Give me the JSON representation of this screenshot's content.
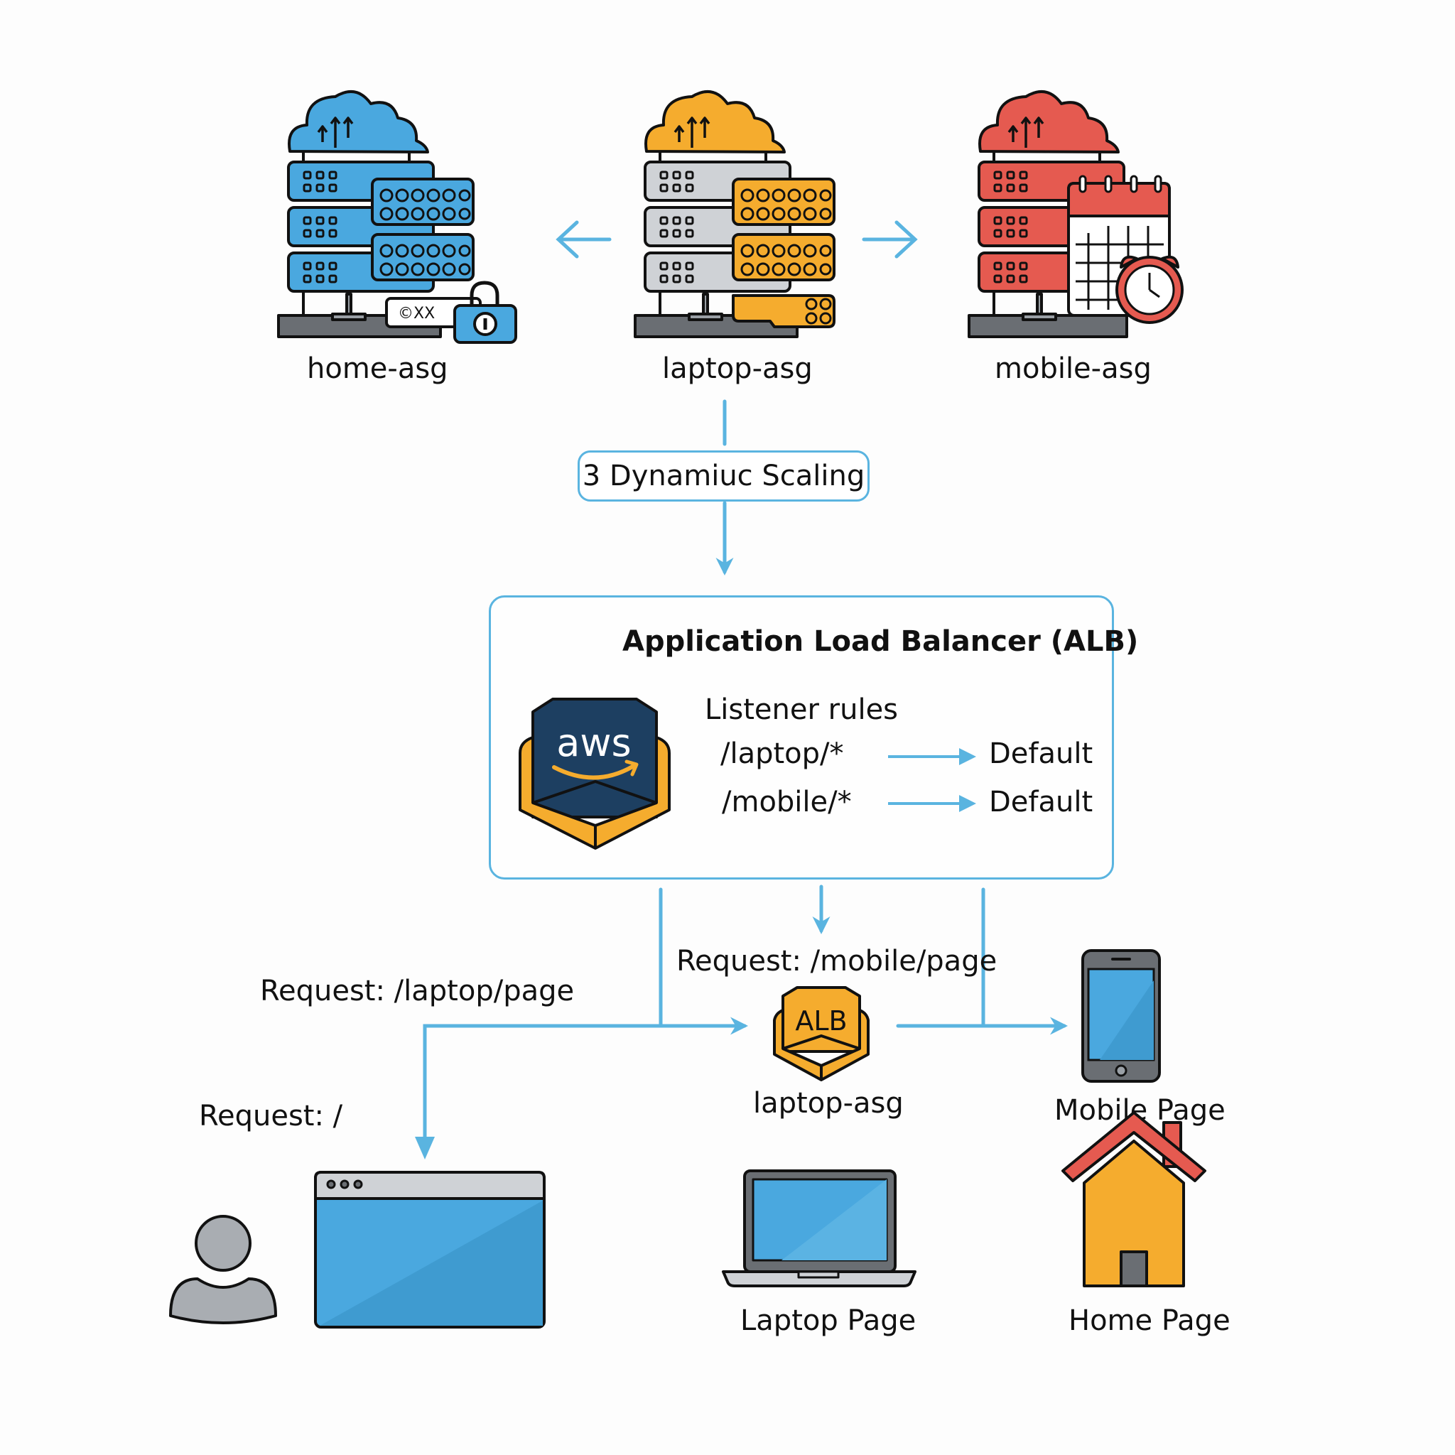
{
  "colors": {
    "connector": "#5ab4e0",
    "home_accent": "#4aa8df",
    "laptop_accent": "#f5ac2e",
    "mobile_accent": "#e55a50",
    "server_gray": "#cfd2d6",
    "base_gray": "#6a6e73",
    "aws_navy": "#1d3f61"
  },
  "asgs": [
    {
      "label": "home-asg",
      "icon": "cloud-server-lock-icon"
    },
    {
      "label": "laptop-asg",
      "icon": "cloud-server-icon"
    },
    {
      "label": "mobile-asg",
      "icon": "cloud-server-schedule-icon"
    }
  ],
  "badge_text": "©XX",
  "scaling_label": "3 Dynamiuc Scaling",
  "alb": {
    "title": "Application Load Balancer (ALB)",
    "logo_text": "aws",
    "listener_title": "Listener rules",
    "rules": [
      {
        "path": "/laptop/*",
        "target": "Default"
      },
      {
        "path": "/mobile/*",
        "target": "Default"
      }
    ]
  },
  "requests": {
    "laptop": "Request: /laptop/page",
    "mobile": "Request: /mobile/page",
    "root": "Request: /"
  },
  "mini_alb": {
    "text": "ALB",
    "label": "laptop-asg"
  },
  "pages": {
    "mobile": "Mobile Page",
    "laptop": "Laptop Page",
    "home": "Home Page"
  }
}
